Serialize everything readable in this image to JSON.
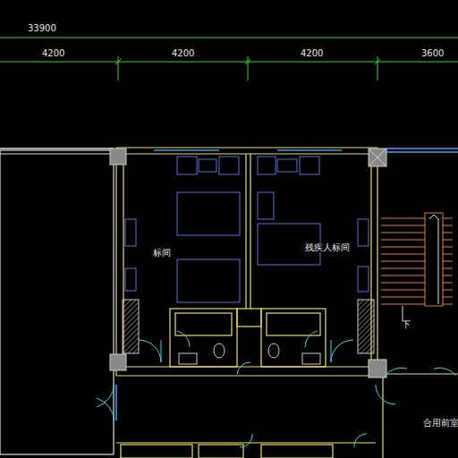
{
  "diagram": {
    "labels": [
      "33900",
      "4200",
      "4200",
      "4200",
      "3600",
      "标间",
      "残疾人标间",
      "下",
      "合用前室"
    ]
  }
}
